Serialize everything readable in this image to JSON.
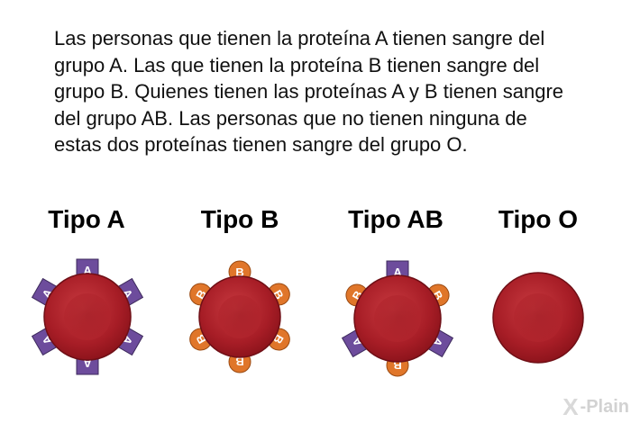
{
  "paragraph": "Las personas que tienen la proteína A tienen sangre del grupo A. Las que tienen la proteína B tienen sangre del grupo B. Quienes tienen las proteínas A y B tienen sangre del grupo AB. Las personas que no tienen ninguna de estas dos proteínas tienen sangre del grupo O.",
  "types": [
    {
      "label": "Tipo A",
      "tags": [
        "A",
        "A",
        "A",
        "A",
        "A",
        "A"
      ]
    },
    {
      "label": "Tipo B",
      "tags": [
        "B",
        "B",
        "B",
        "B",
        "B",
        "B"
      ]
    },
    {
      "label": "Tipo AB",
      "tags": [
        "A",
        "B",
        "A",
        "B",
        "A",
        "B"
      ]
    },
    {
      "label": "Tipo O",
      "tags": []
    }
  ],
  "colors": {
    "cell": "#b8232c",
    "protein_a": "#6d4c9c",
    "protein_b": "#e0762a"
  },
  "logo": {
    "mark": "X",
    "text": "-Plain"
  }
}
